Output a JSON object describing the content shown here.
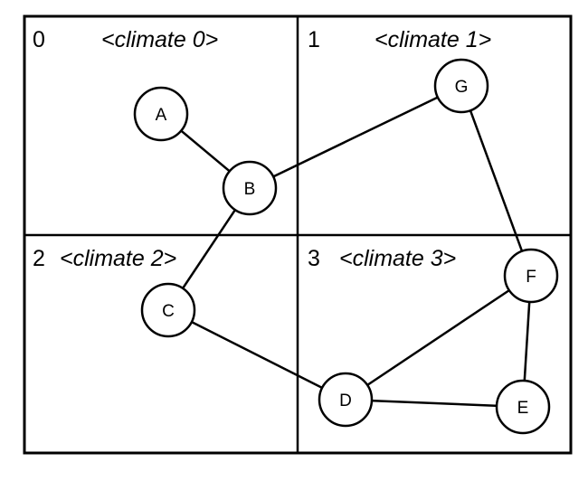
{
  "quadrants": [
    {
      "number": "0",
      "climate": "<climate 0>"
    },
    {
      "number": "1",
      "climate": "<climate 1>"
    },
    {
      "number": "2",
      "climate": "<climate 2>"
    },
    {
      "number": "3",
      "climate": "<climate 3>"
    }
  ],
  "nodes": [
    {
      "id": "A",
      "label": "A"
    },
    {
      "id": "B",
      "label": "B"
    },
    {
      "id": "C",
      "label": "C"
    },
    {
      "id": "D",
      "label": "D"
    },
    {
      "id": "E",
      "label": "E"
    },
    {
      "id": "F",
      "label": "F"
    },
    {
      "id": "G",
      "label": "G"
    }
  ],
  "edges": [
    [
      "A",
      "B"
    ],
    [
      "B",
      "G"
    ],
    [
      "B",
      "C"
    ],
    [
      "C",
      "D"
    ],
    [
      "D",
      "F"
    ],
    [
      "D",
      "E"
    ],
    [
      "E",
      "F"
    ],
    [
      "F",
      "G"
    ]
  ]
}
